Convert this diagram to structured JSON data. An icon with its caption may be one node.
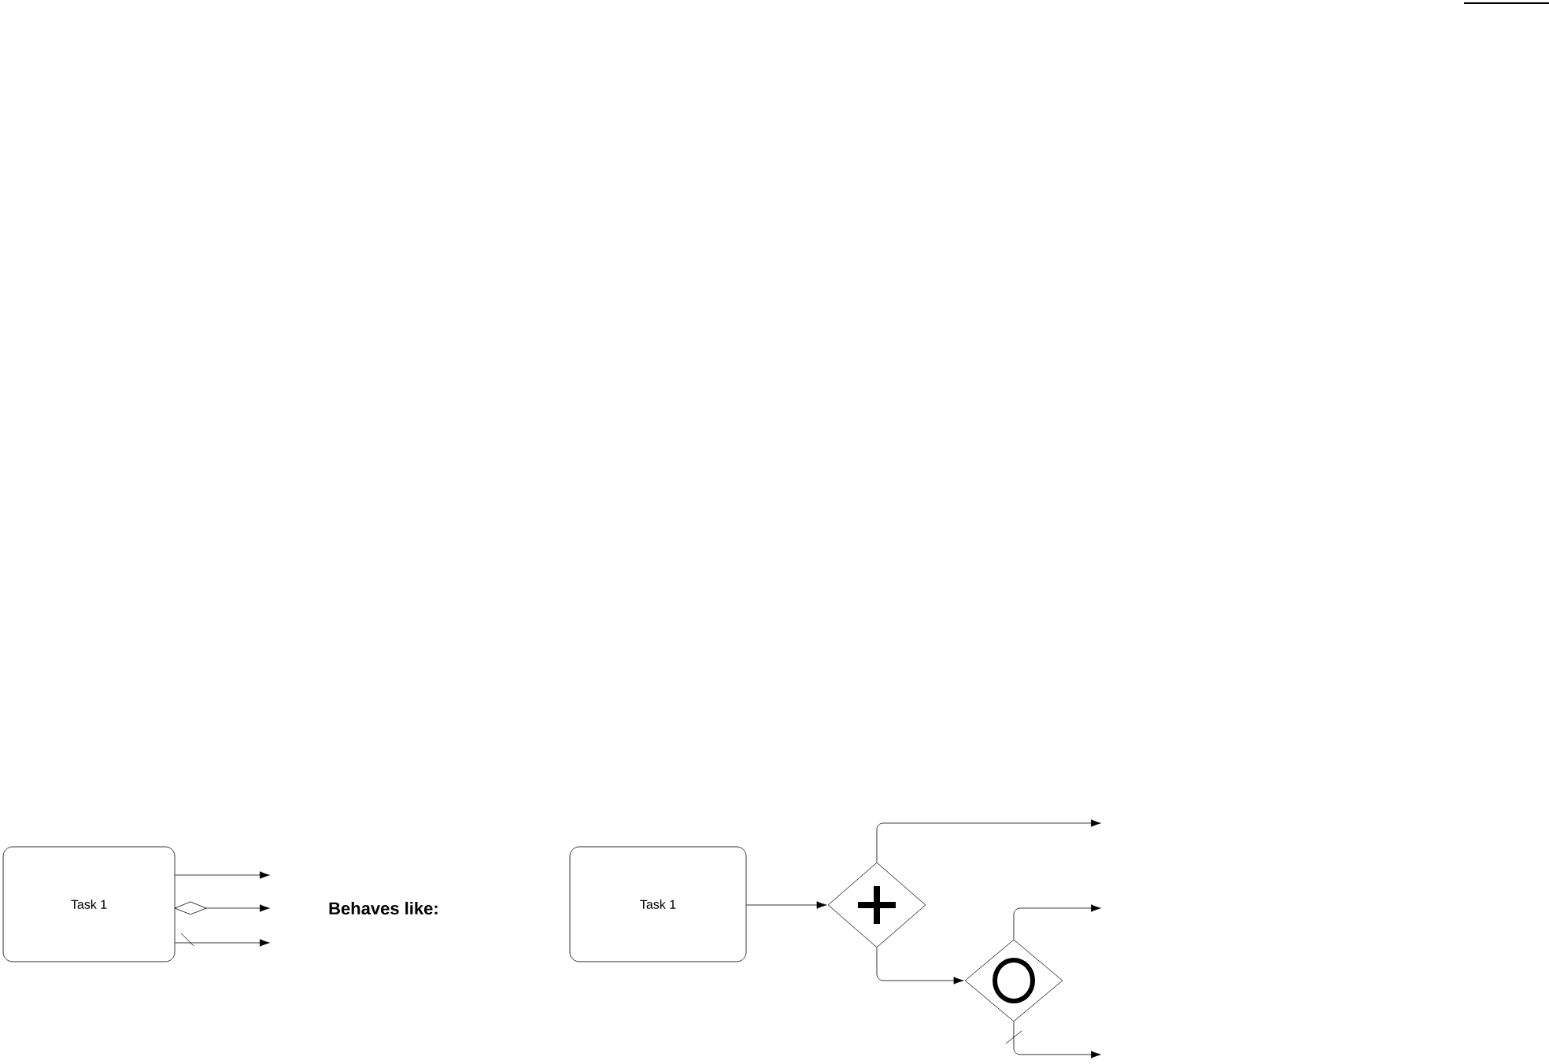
{
  "diagram": {
    "nodes": [
      {
        "text": [
          "Task 1"
        ]
      },
      {
        "text": [
          "Task 1"
        ]
      },
      {
        "text": [],
        "shape": "diamond"
      },
      {
        "text": [],
        "shape": "diamond"
      }
    ],
    "edges": [
      {
        "from": 0,
        "to": null,
        "arrow": "to"
      },
      {
        "from": 0,
        "to": null,
        "arrow": "to"
      },
      {
        "from": 0,
        "to": null,
        "arrow": "to"
      },
      {
        "from": 1,
        "to": 2,
        "arrow": "to"
      },
      {
        "from": 2,
        "to": null,
        "arrow": "to"
      },
      {
        "from": 2,
        "to": 3,
        "arrow": "to"
      },
      {
        "from": 3,
        "to": null,
        "arrow": "to"
      },
      {
        "from": 3,
        "to": null,
        "arrow": "to"
      }
    ],
    "labels": [
      "Behaves like:"
    ]
  }
}
